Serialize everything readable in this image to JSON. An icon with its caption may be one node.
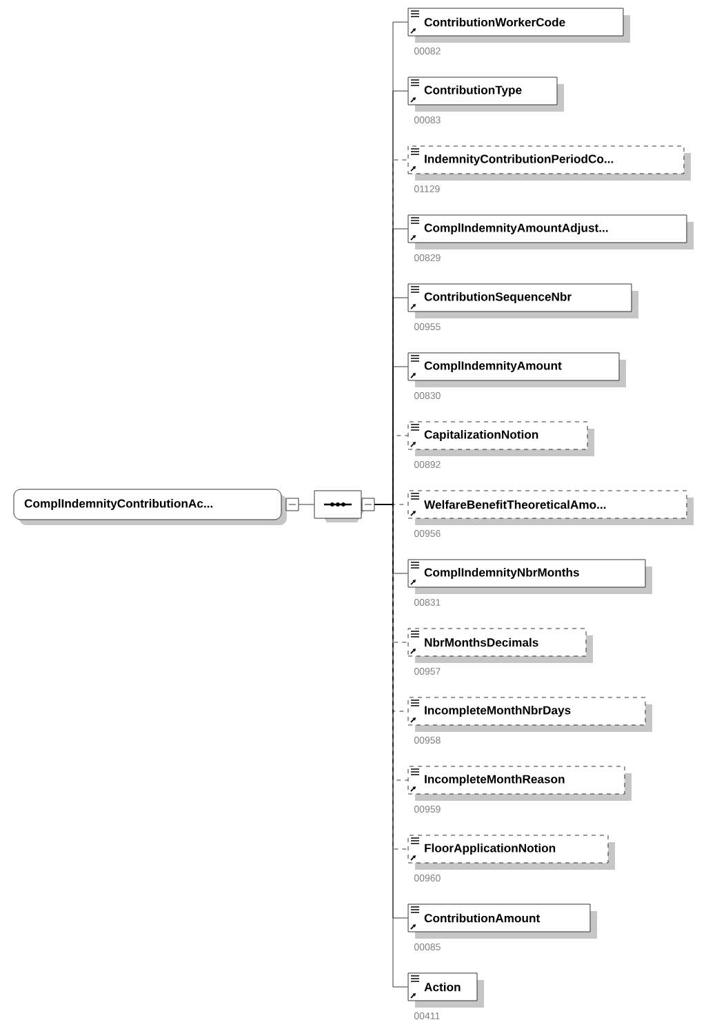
{
  "diagram": {
    "nodes": [
      {
        "text": [
          "ComplIndemnityContributionAc..."
        ]
      },
      {
        "text": [],
        "shape": "hexagon"
      },
      {
        "text": [
          "ContributionWorkerCode"
        ],
        "beside": [
          "00082"
        ]
      },
      {
        "text": [
          "ContributionType"
        ],
        "beside": [
          "00083"
        ]
      },
      {
        "text": [
          "IndemnityContributionPeriodCo..."
        ],
        "beside": [
          "01129"
        ]
      },
      {
        "text": [
          "ComplIndemnityAmountAdjust..."
        ],
        "beside": [
          "00829"
        ]
      },
      {
        "text": [
          "ContributionSequenceNbr"
        ],
        "beside": [
          "00955"
        ]
      },
      {
        "text": [
          "ComplIndemnityAmount"
        ],
        "beside": [
          "00830"
        ]
      },
      {
        "text": [
          "CapitalizationNotion"
        ],
        "beside": [
          "00892"
        ]
      },
      {
        "text": [
          "WelfareBenefitTheoreticalAmo..."
        ],
        "beside": [
          "00956"
        ]
      },
      {
        "text": [
          "ComplIndemnityNbrMonths"
        ],
        "beside": [
          "00831"
        ]
      },
      {
        "text": [
          "NbrMonthsDecimals"
        ],
        "beside": [
          "00957"
        ]
      },
      {
        "text": [
          "IncompleteMonthNbrDays"
        ],
        "beside": [
          "00958"
        ]
      },
      {
        "text": [
          "IncompleteMonthReason"
        ],
        "beside": [
          "00959"
        ]
      },
      {
        "text": [
          "FloorApplicationNotion"
        ],
        "beside": [
          "00960"
        ]
      },
      {
        "text": [
          "ContributionAmount"
        ],
        "beside": [
          "00085"
        ]
      },
      {
        "text": [
          "Action"
        ],
        "beside": [
          "00411"
        ]
      }
    ],
    "edges": [
      {
        "from": 0,
        "to": 1,
        "arrow": "none"
      },
      {
        "from": 1,
        "to": 2,
        "arrow": "none"
      },
      {
        "from": 1,
        "to": 3,
        "arrow": "none"
      },
      {
        "from": 1,
        "to": 4,
        "arrow": "none",
        "style": "dashed"
      },
      {
        "from": 1,
        "to": 5,
        "arrow": "none"
      },
      {
        "from": 1,
        "to": 6,
        "arrow": "none"
      },
      {
        "from": 1,
        "to": 7,
        "arrow": "none"
      },
      {
        "from": 1,
        "to": 8,
        "arrow": "none",
        "style": "dashed"
      },
      {
        "from": 1,
        "to": 9,
        "arrow": "none",
        "style": "dashed"
      },
      {
        "from": 1,
        "to": 10,
        "arrow": "none"
      },
      {
        "from": 1,
        "to": 11,
        "arrow": "none",
        "style": "dashed"
      },
      {
        "from": 1,
        "to": 12,
        "arrow": "none",
        "style": "dashed"
      },
      {
        "from": 1,
        "to": 13,
        "arrow": "none",
        "style": "dashed"
      },
      {
        "from": 1,
        "to": 14,
        "arrow": "none",
        "style": "dashed"
      },
      {
        "from": 1,
        "to": 15,
        "arrow": "none"
      },
      {
        "from": 1,
        "to": 16,
        "arrow": "none"
      }
    ]
  }
}
